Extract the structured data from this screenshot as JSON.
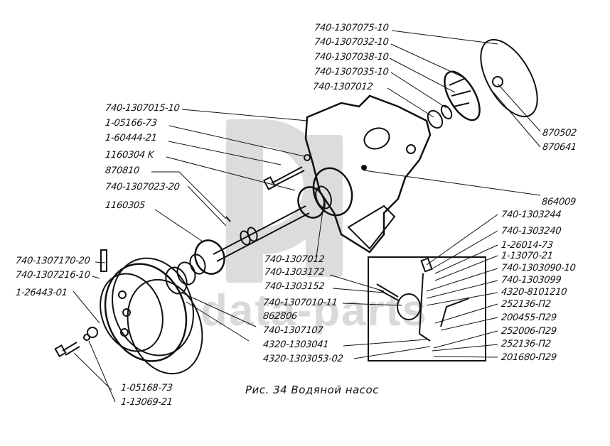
{
  "figure": {
    "caption": "Рис. 34 Водяной насос",
    "watermark_text": "data-parts",
    "watermark_logo": "dp-logo",
    "subject": "water pump exploded view"
  },
  "labels": {
    "top_right": [
      "740-1307075-10",
      "740-1307032-10",
      "740-1307038-10",
      "740-1307035-10",
      "740-1307012"
    ],
    "right_upper": [
      "870502",
      "870641"
    ],
    "left_upper": [
      "740-1307015-10",
      "1-05166-73",
      "1-60444-21",
      "1160304 K",
      "870810",
      "740-1307023-20",
      "1160305"
    ],
    "right_middle": "864009",
    "left_lower": [
      "740-1307170-20",
      "740-1307216-10",
      "1-26443-01"
    ],
    "bottom_left": [
      "1-05168-73",
      "1-13069-21"
    ],
    "center_lower": [
      "740-1307012",
      "740-1303172",
      "740-1303152",
      "740-1307010-11",
      "862806",
      "740-1307107",
      "4320-1303041",
      "4320-1303053-02"
    ],
    "inset_right": [
      "740-1303244",
      "740-1303240",
      "1-26014-73",
      "1-13070-21",
      "740-1303090-10",
      "740-1303099",
      "4320-8101210",
      "252136-П2",
      "200455-П29",
      "252006-П29",
      "252136-П2",
      "201680-П29"
    ]
  },
  "colors": {
    "ink": "#111111",
    "watermark": "#d9d9d9",
    "background": "#ffffff"
  }
}
